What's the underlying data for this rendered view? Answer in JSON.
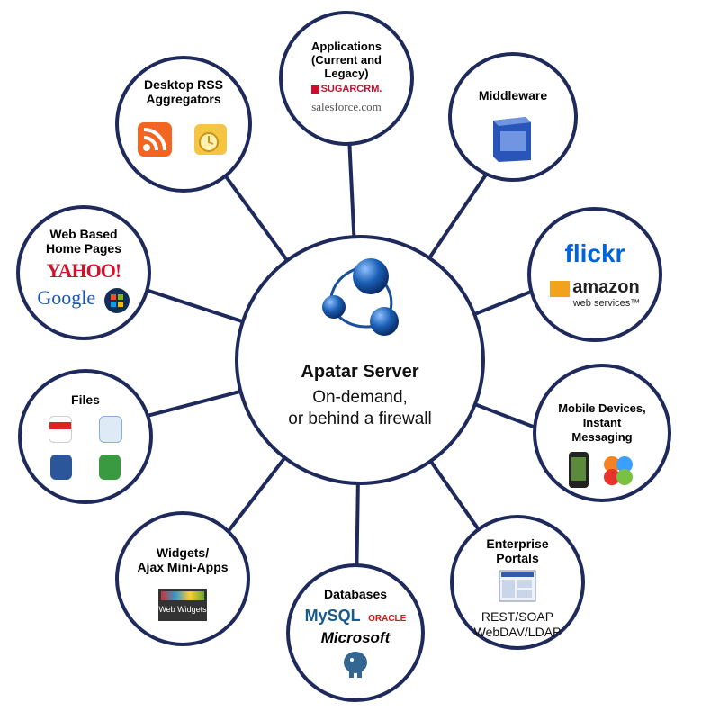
{
  "center": {
    "title": "Apatar Server",
    "subtitle": "On-demand,\nor behind a firewall",
    "logo_icon": "apatar-circles-icon"
  },
  "nodes": {
    "applications": {
      "title": "Applications\n(Current and\nLegacy)",
      "logos": [
        "SUGARCRM.",
        "salesforce.com"
      ]
    },
    "middleware": {
      "title": "Middleware",
      "icon": "middleware-box-icon"
    },
    "web_services": {
      "logos": [
        "flickr",
        "amazon",
        "web services™"
      ]
    },
    "mobile": {
      "title": "Mobile Devices,\nInstant\nMessaging",
      "icons": [
        "iphone-icon",
        "msn-butterfly-icon"
      ]
    },
    "portals": {
      "title": "Enterprise\nPortals",
      "text": "REST/SOAP\nWebDAV/LDAP"
    },
    "databases": {
      "title": "Databases",
      "logos": [
        "MySQL",
        "ORACLE",
        "Microsoft"
      ],
      "icons": [
        "postgresql-elephant-icon"
      ]
    },
    "widgets": {
      "title": "Widgets/\nAjax Mini-Apps",
      "logo": "Web Widgets"
    },
    "files": {
      "title": "Files",
      "icons": [
        "pdf-icon",
        "notepad-icon",
        "word-icon",
        "excel-icon"
      ]
    },
    "homepages": {
      "title": "Web Based\nHome Pages",
      "logos": [
        "YAHOO!",
        "Google"
      ],
      "icons": [
        "windows-icon"
      ]
    },
    "rss": {
      "title": "Desktop RSS\nAggregators",
      "icons": [
        "rss-icon",
        "outlook-icon"
      ]
    }
  },
  "colors": {
    "ring": "#1f2a5c",
    "accent_blue": "#1a5fb4"
  }
}
